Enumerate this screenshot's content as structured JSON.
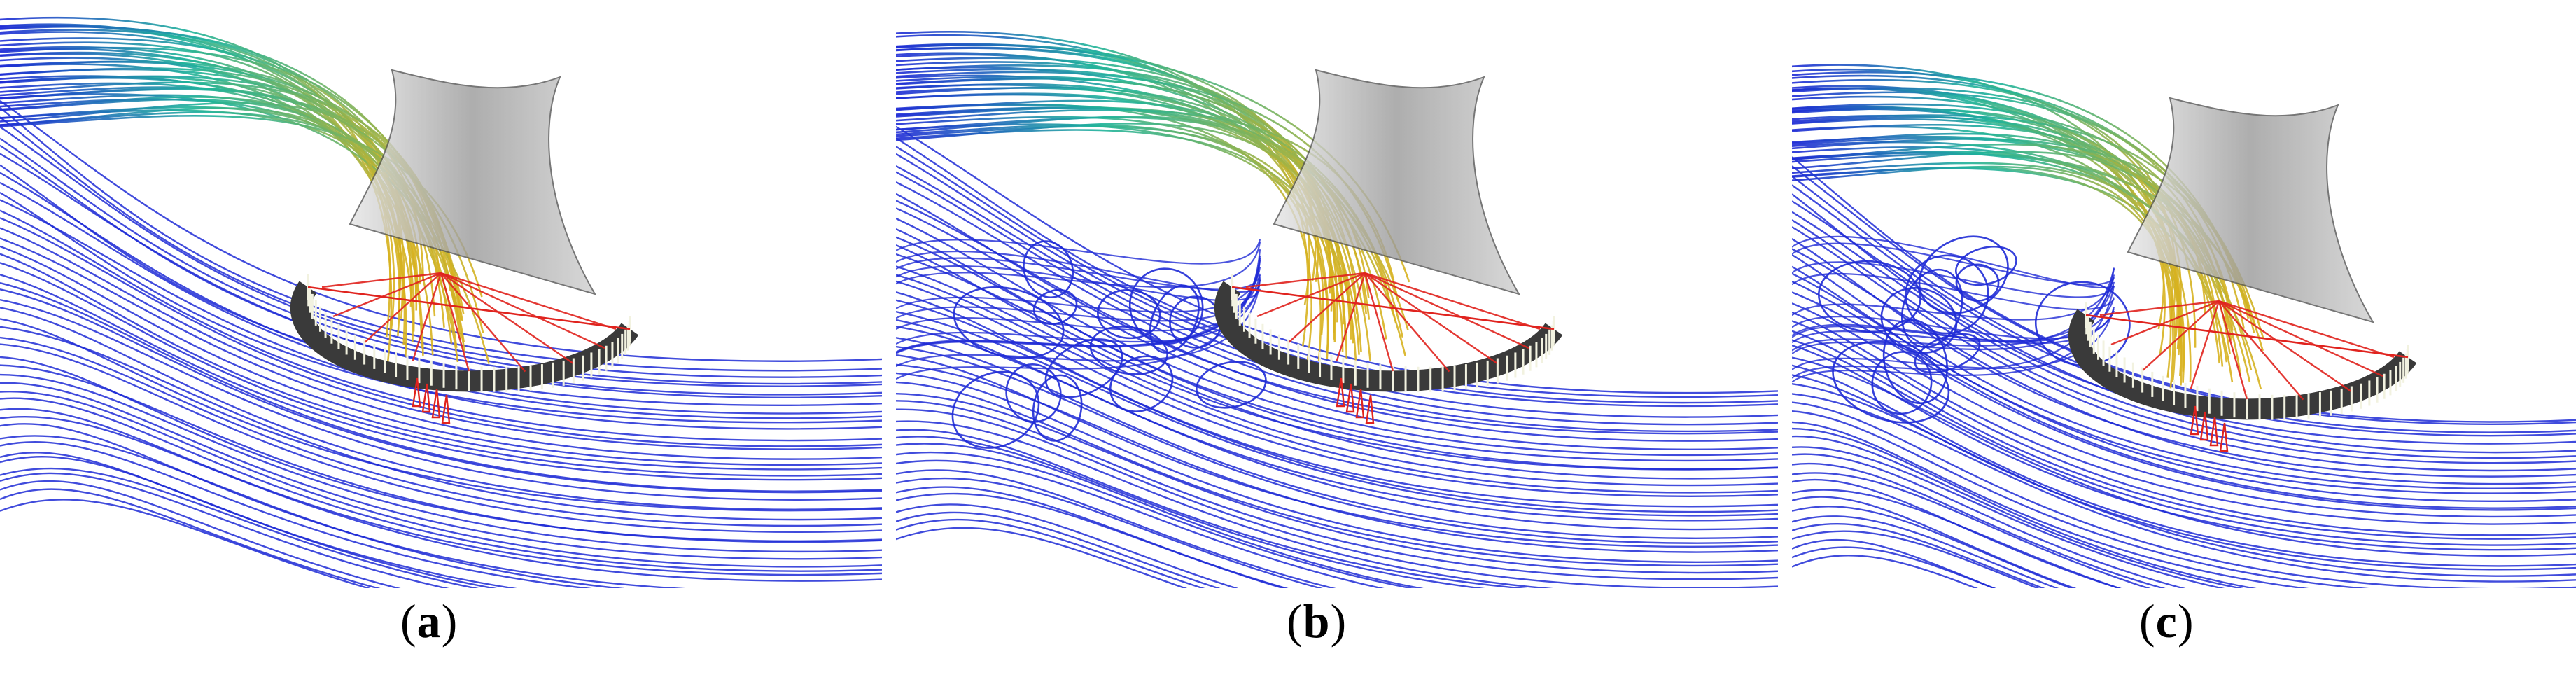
{
  "figure": {
    "panels": [
      {
        "id": "a",
        "caption_open": "(",
        "caption_letter": "a",
        "caption_close": ")"
      },
      {
        "id": "b",
        "caption_open": "(",
        "caption_letter": "b",
        "caption_close": ")"
      },
      {
        "id": "c",
        "caption_open": "(",
        "caption_letter": "c",
        "caption_close": ")"
      }
    ],
    "colors": {
      "streamline_low": "#1f2bd6",
      "streamline_mid": "#1fb39a",
      "streamline_high": "#d9b21f",
      "casing": "#9a9a9a",
      "rotor_blade": "#3a3a3a",
      "red_edge": "#e0231e"
    }
  }
}
